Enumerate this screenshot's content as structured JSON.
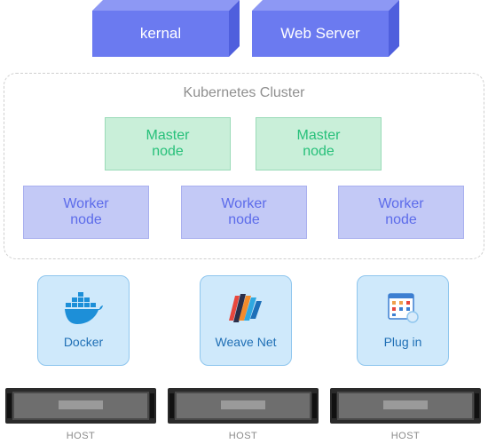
{
  "top_boxes": {
    "kernal": "kernal",
    "web_server": "Web Server"
  },
  "cluster": {
    "title": "Kubernetes Cluster",
    "masters": [
      "Master\nnode",
      "Master\nnode"
    ],
    "workers": [
      "Worker\nnode",
      "Worker\nnode",
      "Worker\nnode"
    ]
  },
  "tools": [
    {
      "label": "Docker",
      "icon": "docker-icon"
    },
    {
      "label": "Weave Net",
      "icon": "weave-net-icon"
    },
    {
      "label": "Plug in",
      "icon": "plugin-icon"
    }
  ],
  "hosts": [
    "HOST",
    "HOST",
    "HOST"
  ],
  "colors": {
    "top_box": "#6b7af0",
    "master_fill": "#c9efd9",
    "master_text": "#27c07a",
    "worker_fill": "#c3c9f6",
    "worker_text": "#5c6bea",
    "tool_fill": "#cfe9fb",
    "tool_text": "#1f6fb5"
  }
}
